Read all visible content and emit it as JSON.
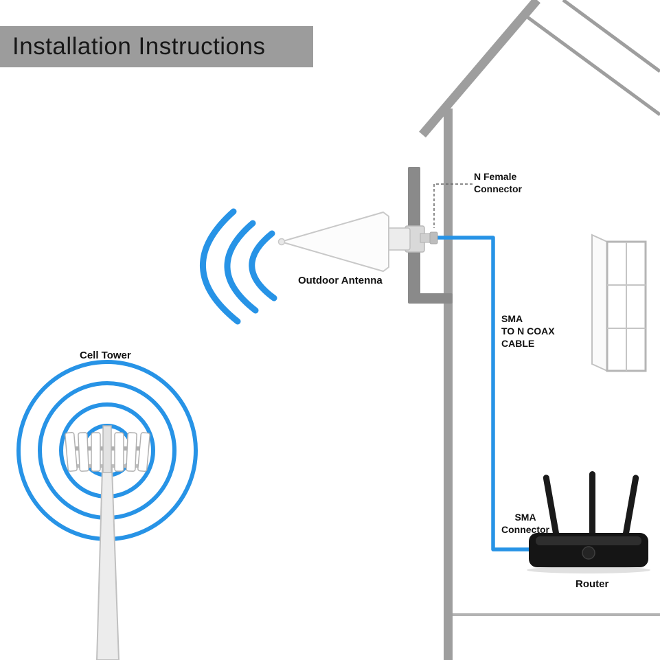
{
  "title": "Installation Instructions",
  "diagram": {
    "labels": {
      "cell_tower": "Cell Tower",
      "outdoor_antenna": "Outdoor Antenna",
      "n_female_connector": "N Female\nConnector",
      "coax_cable": "SMA\nTO N COAX\nCABLE",
      "sma_connector": "SMA\nConnector",
      "router": "Router"
    },
    "colors": {
      "signal_blue": "#2793e6",
      "structure_gray": "#9e9e9e",
      "bracket_gray": "#8a8a8a",
      "router_black": "#151515",
      "label_text": "#111111",
      "title_bar_bg": "#9c9c9c"
    }
  }
}
